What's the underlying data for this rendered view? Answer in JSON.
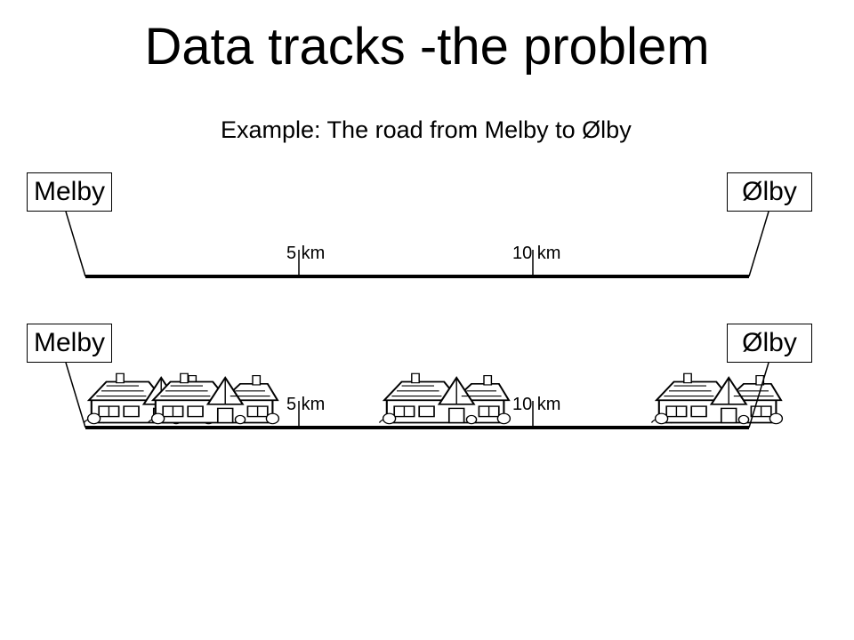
{
  "title": "Data tracks -the problem",
  "subtitle": "Example: The road from Melby to Ølby",
  "tracks": [
    {
      "start_label": "Melby",
      "end_label": "Ølby",
      "markers": [
        "5 km",
        "10 km"
      ],
      "houses": []
    },
    {
      "start_label": "Melby",
      "end_label": "Ølby",
      "markers": [
        "5 km",
        "10 km"
      ],
      "houses": [
        "house",
        "house",
        "house",
        "house"
      ]
    }
  ],
  "icons": {
    "house": "house-icon"
  },
  "colors": {
    "line": "#000000",
    "background": "#ffffff"
  }
}
